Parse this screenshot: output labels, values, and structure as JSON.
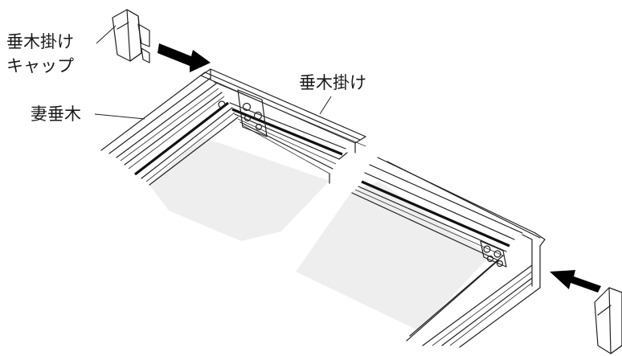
{
  "labels": {
    "cap_line1": "垂木掛け",
    "cap_line2": "キャップ",
    "rafter_hanger": "垂木掛け",
    "end_rafter": "妻垂木"
  },
  "colors": {
    "line": "#222222",
    "panel": "#eeeeee",
    "part_fill": "#e6e6e6",
    "part_dark": "#9a9a9a",
    "arrow": "#000000"
  },
  "icons": {
    "arrow_left": "arrow-right-icon",
    "arrow_right": "arrow-left-icon"
  }
}
